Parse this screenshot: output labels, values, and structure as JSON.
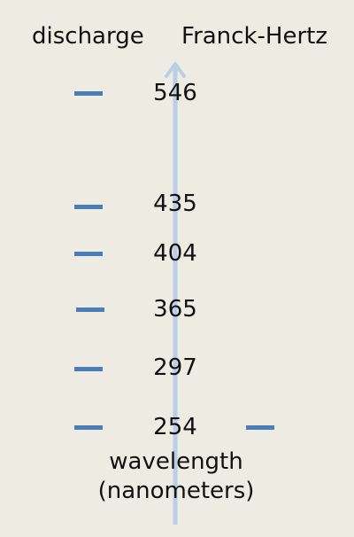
{
  "columns": {
    "left": "discharge",
    "right": "Franck-Hertz"
  },
  "lines": [
    {
      "wavelength": "546",
      "discharge": true,
      "franck_hertz": false
    },
    {
      "wavelength": "435",
      "discharge": true,
      "franck_hertz": false
    },
    {
      "wavelength": "404",
      "discharge": true,
      "franck_hertz": false
    },
    {
      "wavelength": "365",
      "discharge": true,
      "franck_hertz": false
    },
    {
      "wavelength": "297",
      "discharge": true,
      "franck_hertz": false
    },
    {
      "wavelength": "254",
      "discharge": true,
      "franck_hertz": true
    }
  ],
  "axis": {
    "label_line1": "wavelength",
    "label_line2": "(nanometers)"
  },
  "colors": {
    "background": "#eeebe2",
    "line_mark": "#4a7ebb",
    "arrow": "#b9cfe6",
    "text": "#111111"
  }
}
